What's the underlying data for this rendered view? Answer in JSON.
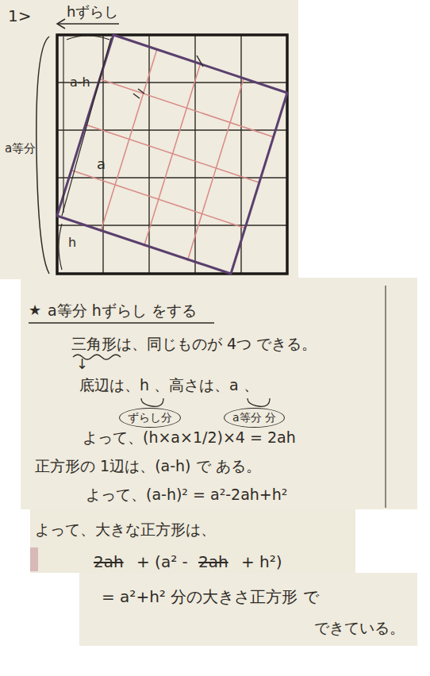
{
  "diagram": {
    "nodes": [
      {
        "text": [
          "ずらし分"
        ]
      },
      {
        "text": [
          "a等分 分"
        ]
      }
    ],
    "labels": [
      "1>",
      "hずらし",
      "a等分",
      "a-h",
      "a",
      "h",
      "★",
      "a等分 hずらし をする",
      "三角形は、同じものが 4つ できる。",
      "↓",
      "底辺は、h 、高さは、a 、",
      "よって、(h×a×1/2)×4 = 2ah",
      "正方形の 1辺は、(a-h) で ある。",
      "よって、(a-h)² = a²-2ah+h²",
      "よって、大きな正方形は、",
      "2ah",
      "+ (a² -",
      "2ah",
      "+ h²)",
      "= a²+h² 分の大きさ正方形 で",
      "できている。"
    ]
  }
}
